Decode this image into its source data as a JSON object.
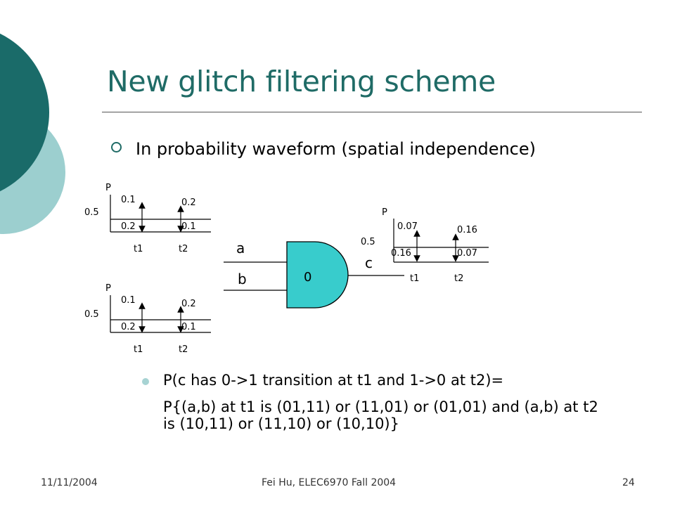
{
  "slide": {
    "title": "New glitch filtering scheme",
    "bullet1": "In probability waveform (spatial independence)",
    "bullet2_line1": "P(c has 0->1 transition at t1 and 1->0 at t2)=",
    "bullet2_line2": "P{(a,b) at t1 is (01,11) or (11,01) or (01,01) and (a,b) at t2 is (10,11) or (11,10) or (10,10)}",
    "footer_date": "11/11/2004",
    "footer_author": "Fei Hu, ELEC6970 Fall 2004",
    "footer_page": "24"
  },
  "diagram": {
    "waveform_a": {
      "p_label": "P",
      "level": "0.5",
      "t1_up": "0.1",
      "t1_down": "0.2",
      "t2_up": "0.2",
      "t2_down": "0.1",
      "t1": "t1",
      "t2": "t2"
    },
    "waveform_b": {
      "p_label": "P",
      "level": "0.5",
      "t1_up": "0.1",
      "t1_down": "0.2",
      "t2_up": "0.2",
      "t2_down": "0.1",
      "t1": "t1",
      "t2": "t2"
    },
    "waveform_c": {
      "p_label": "P",
      "level": "0.5",
      "t1_up": "0.07",
      "t1_down": "0.16",
      "t2_up": "0.16",
      "t2_down": "0.07",
      "t1": "t1",
      "t2": "t2"
    },
    "input_a": "a",
    "input_b": "b",
    "output_c": "c",
    "gate_value": "0"
  },
  "colors": {
    "title": "#1f6b66",
    "dark_teal": "#1a6b69",
    "light_teal": "#9ccfcf",
    "gate_fill": "#38cccc"
  }
}
